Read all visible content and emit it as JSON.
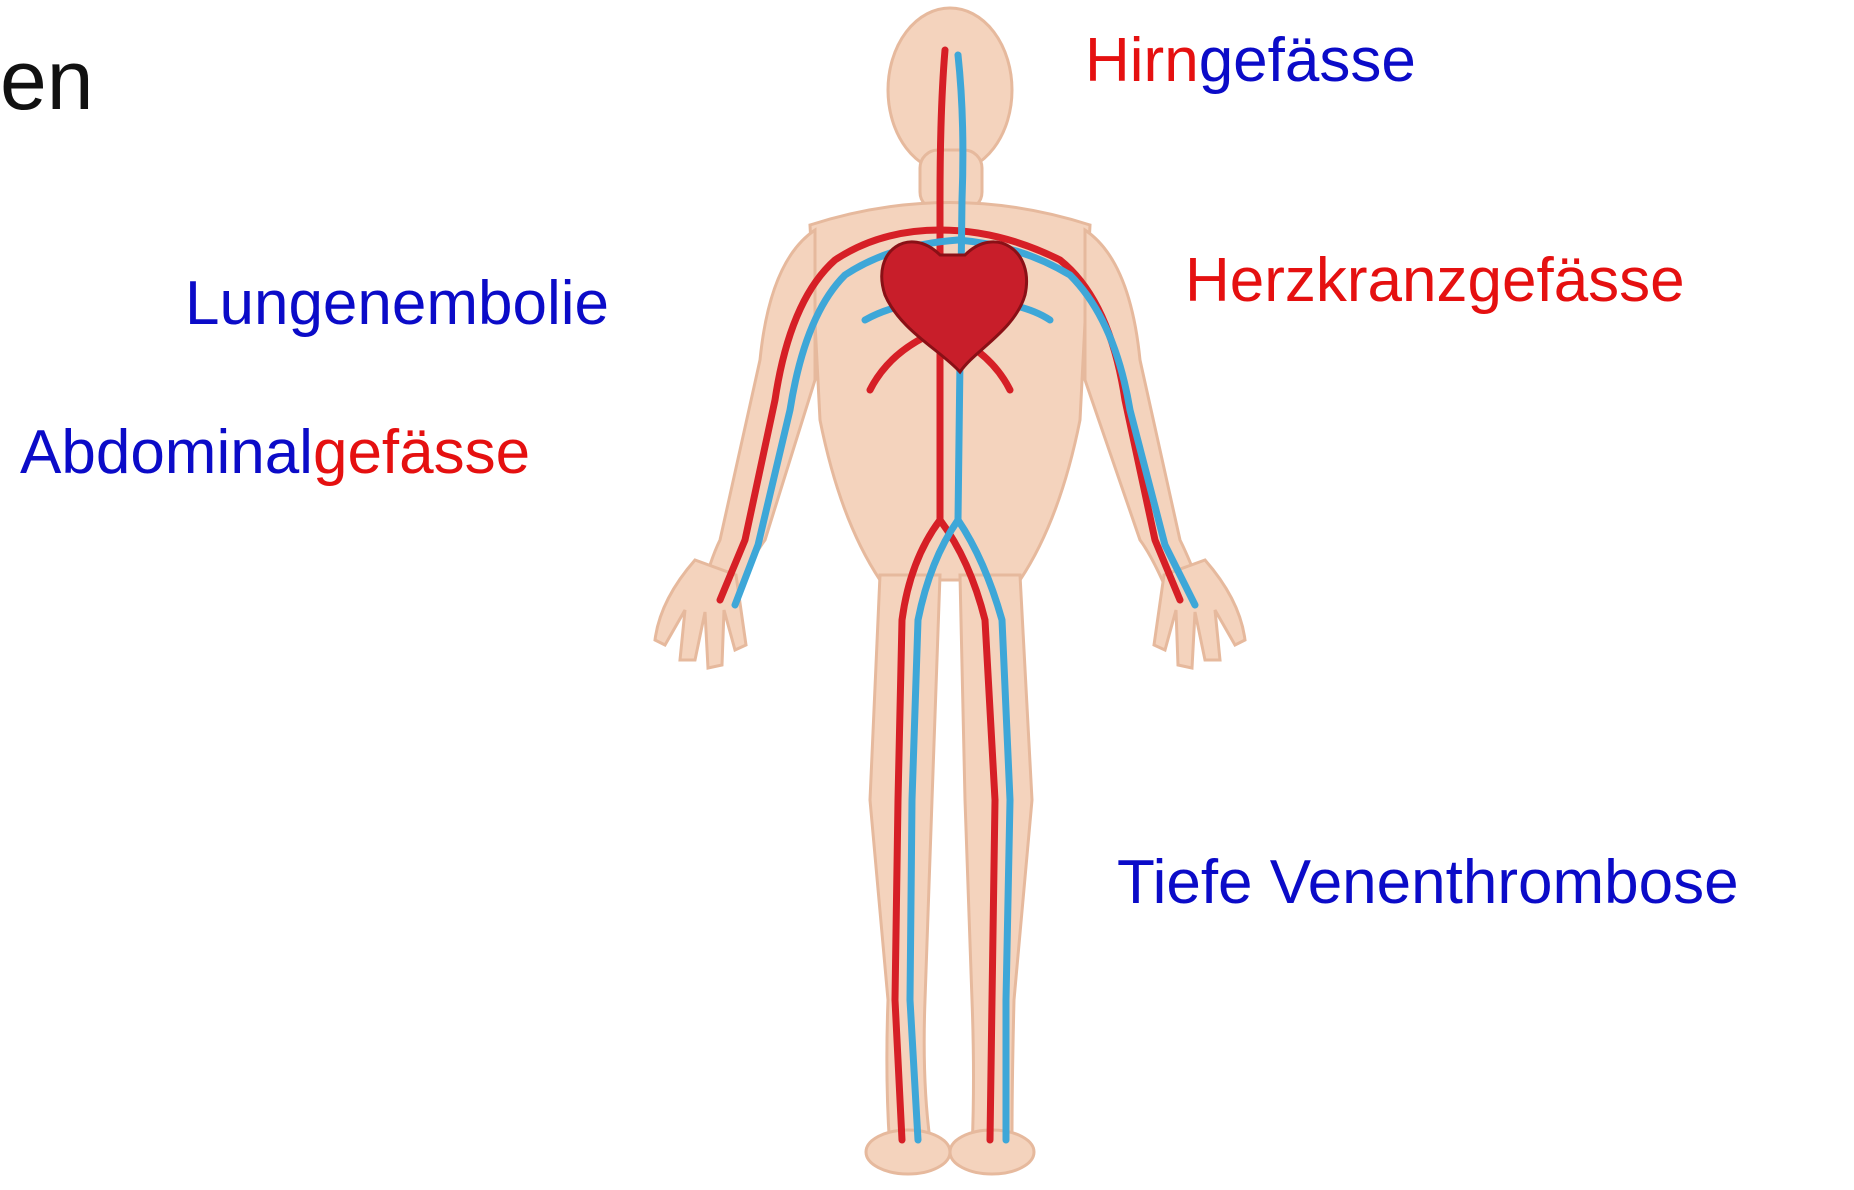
{
  "title_fragment": "en",
  "labels": {
    "hirn": {
      "part1": "Hirn",
      "part2": "gefässe"
    },
    "herzkranz": "Herzkranzgefässe",
    "lunge": "Lungenembolie",
    "abdominal": {
      "part1": "Abdominal",
      "part2": "gefässe"
    },
    "tvt": "Tiefe Venenthrombose"
  },
  "colors": {
    "arterial_red": "#e51010",
    "venous_blue": "#0b0bc8",
    "skin": "#f4d3bd",
    "artery": "#d61f26",
    "vein": "#3ea7d8"
  },
  "illustration": "human-circulatory-system"
}
